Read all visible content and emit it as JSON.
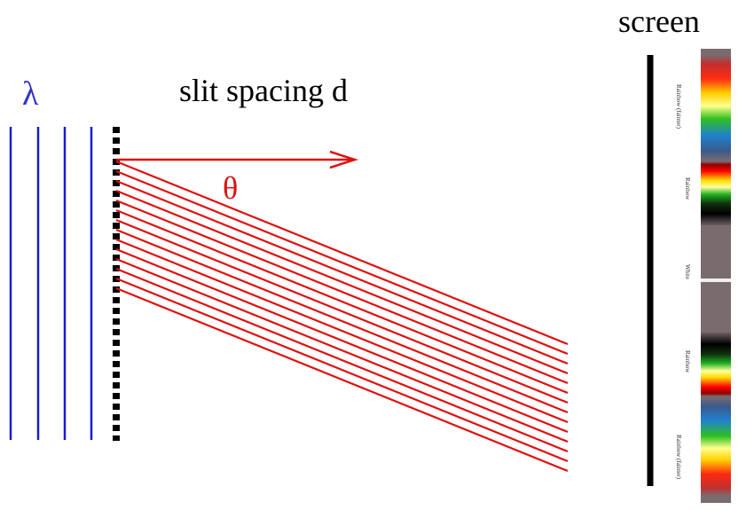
{
  "labels": {
    "lambda": "λ",
    "slit_spacing": "slit spacing d",
    "theta": "θ",
    "screen": "screen"
  },
  "screen_bands": [
    {
      "label": "Rainbow (fainter)"
    },
    {
      "label": "Rainbow"
    },
    {
      "label": "White"
    },
    {
      "label": "Rainbow"
    },
    {
      "label": "Rainbow (fainter)"
    }
  ],
  "colors": {
    "wavefront": "#1a1ad6",
    "rays": "#e01010",
    "lambda_text": "#3333cc",
    "theta_text": "#e01010",
    "grating": "#000000",
    "screen_bar": "#000000",
    "screen_background": "#7a6b6e"
  }
}
